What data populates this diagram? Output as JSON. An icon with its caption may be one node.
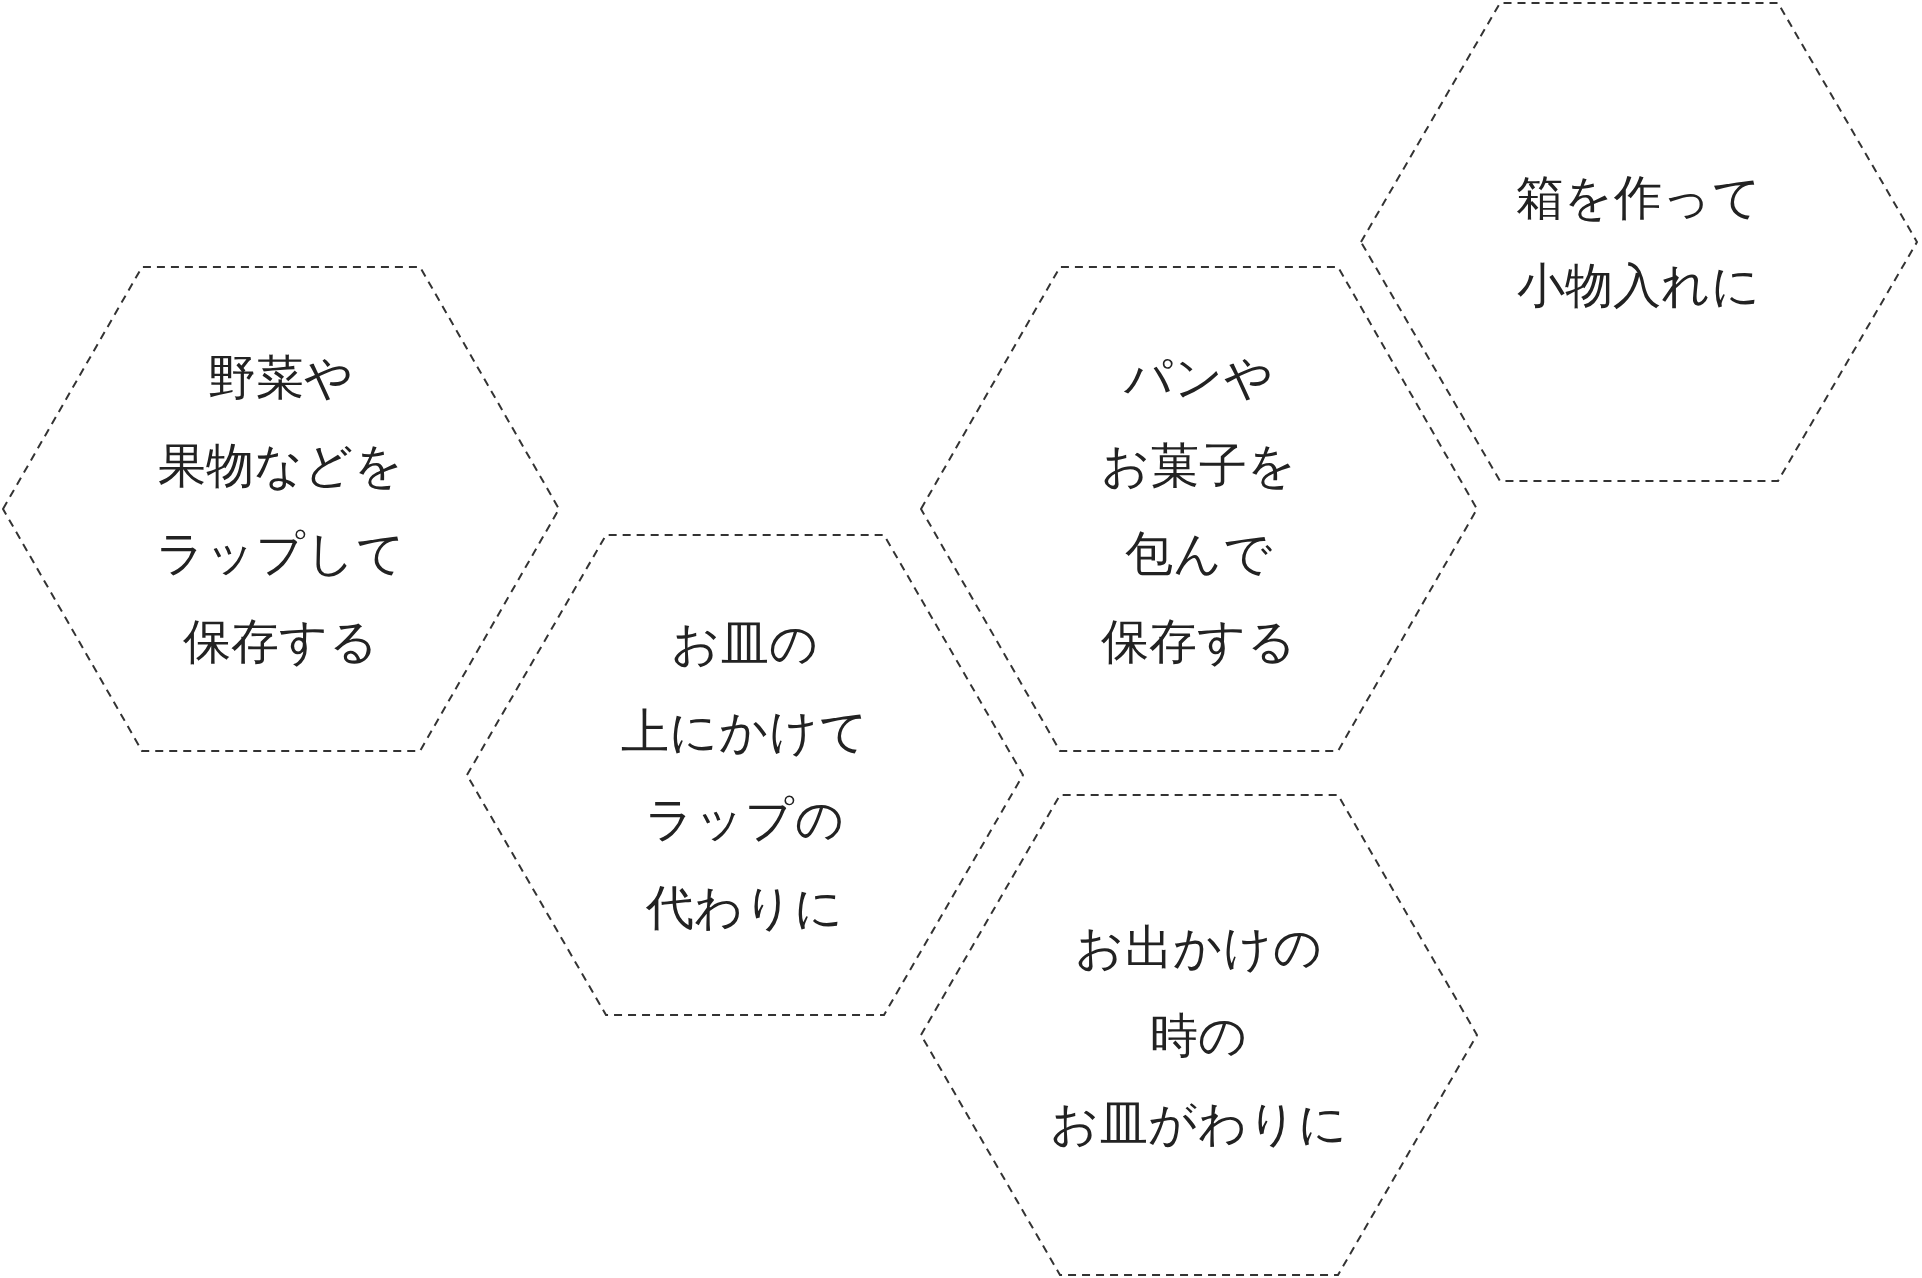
{
  "diagram": {
    "nodes": [
      {
        "text": [
          "野菜や果物などをラップして保存する"
        ]
      },
      {
        "text": [
          "お皿の上にかけてラップの代わりに"
        ]
      },
      {
        "text": [
          "パンやお菓子を包んで保存する"
        ]
      },
      {
        "text": [
          "お出かけの時のお皿がわりに"
        ]
      },
      {
        "text": [
          "箱を作って小物入れに"
        ]
      }
    ]
  }
}
